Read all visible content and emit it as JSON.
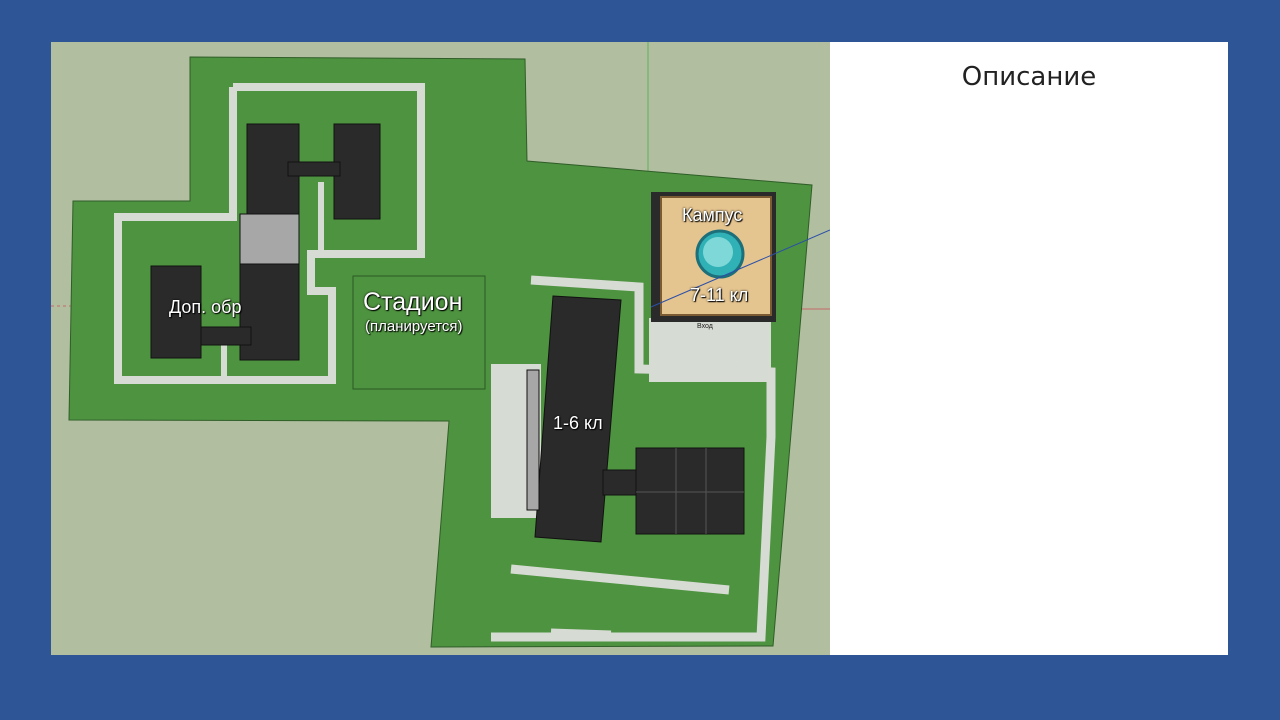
{
  "description": {
    "title": "Описание"
  },
  "map": {
    "labels": {
      "additional_education": "Доп. обр",
      "stadium": "Стадион",
      "stadium_note": "(планируется)",
      "campus": "Кампус",
      "campus_grades": "7-11 кл",
      "entrance": "Вход",
      "main_building_grades": "1-6 кл"
    }
  },
  "colors": {
    "background": "#2e5596",
    "ground": "#b1bea0",
    "lawn": "#4e9340",
    "paving": "#d6dbd3",
    "building": "#2a2a2a",
    "campus_floor": "#e4c48f"
  }
}
